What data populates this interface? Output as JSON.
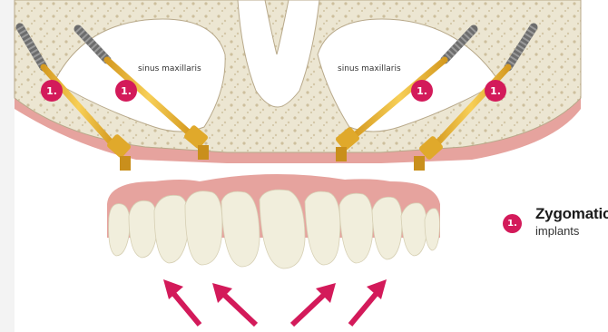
{
  "anatomy": {
    "sinus_left_label": "sinus maxillaris",
    "sinus_right_label": "sinus maxillaris"
  },
  "implants": [
    {
      "badge": "1."
    },
    {
      "badge": "1."
    },
    {
      "badge": "1."
    },
    {
      "badge": "1."
    }
  ],
  "legend": {
    "badge": "1.",
    "title": "Zygomatic",
    "subtitle": "implants"
  },
  "colors": {
    "bone": "#ece6d2",
    "bone_outline": "#b8a98a",
    "gum": "#e6a39e",
    "implant": "#f2c043",
    "implant_dark": "#c98f1c",
    "thread": "#6d6d6d",
    "badge": "#d31a5a",
    "arrow": "#d31a5a",
    "tooth": "#f1eedc"
  },
  "icons": [
    "arrow-up-right-icon",
    "arrow-up-left-icon",
    "implant-badge-icon"
  ]
}
